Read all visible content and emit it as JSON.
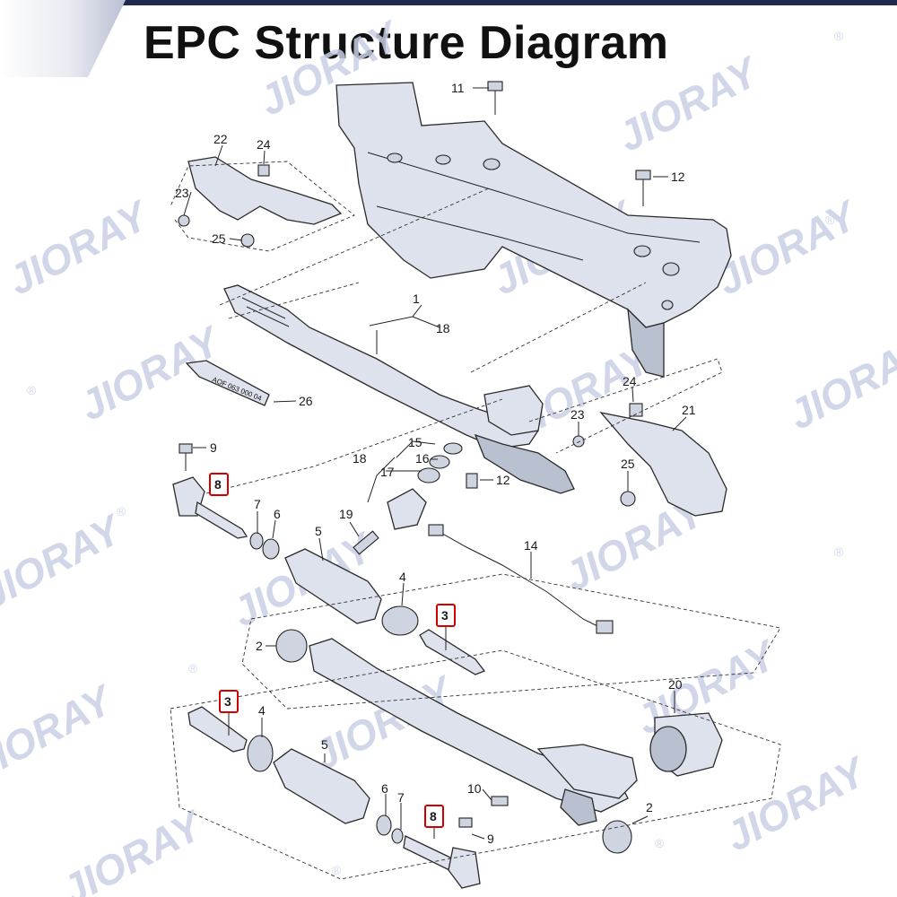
{
  "header": {
    "title": "EPC Structure Diagram"
  },
  "watermark": {
    "brand": "JIORAY",
    "mark": "®",
    "color": "#c9cfe6"
  },
  "colors": {
    "highlight": "#d00000",
    "header_bar": "#1f2a4d"
  },
  "part_callouts": [
    {
      "id": "c11",
      "label": "11"
    },
    {
      "id": "c22",
      "label": "22"
    },
    {
      "id": "c24a",
      "label": "24"
    },
    {
      "id": "c23a",
      "label": "23"
    },
    {
      "id": "c25a",
      "label": "25"
    },
    {
      "id": "c12a",
      "label": "12"
    },
    {
      "id": "c1",
      "label": "1"
    },
    {
      "id": "c18a",
      "label": "18"
    },
    {
      "id": "c26",
      "label": "26"
    },
    {
      "id": "c9a",
      "label": "9"
    },
    {
      "id": "c15",
      "label": "15"
    },
    {
      "id": "c16",
      "label": "16"
    },
    {
      "id": "c18b",
      "label": "18"
    },
    {
      "id": "c17",
      "label": "17"
    },
    {
      "id": "c12b",
      "label": "12"
    },
    {
      "id": "c24b",
      "label": "24"
    },
    {
      "id": "c23b",
      "label": "23"
    },
    {
      "id": "c21",
      "label": "21"
    },
    {
      "id": "c25b",
      "label": "25"
    },
    {
      "id": "c7a",
      "label": "7"
    },
    {
      "id": "c6a",
      "label": "6"
    },
    {
      "id": "c19",
      "label": "19"
    },
    {
      "id": "c5a",
      "label": "5"
    },
    {
      "id": "c14",
      "label": "14"
    },
    {
      "id": "c4a",
      "label": "4"
    },
    {
      "id": "c2a",
      "label": "2"
    },
    {
      "id": "c20",
      "label": "20"
    },
    {
      "id": "c4b",
      "label": "4"
    },
    {
      "id": "c5b",
      "label": "5"
    },
    {
      "id": "c10",
      "label": "10"
    },
    {
      "id": "c6b",
      "label": "6"
    },
    {
      "id": "c7b",
      "label": "7"
    },
    {
      "id": "c9b",
      "label": "9"
    },
    {
      "id": "c2b",
      "label": "2"
    }
  ],
  "highlighted_callouts": [
    {
      "id": "h8a",
      "label": "8"
    },
    {
      "id": "h3a",
      "label": "3"
    },
    {
      "id": "h3b",
      "label": "3"
    },
    {
      "id": "h8b",
      "label": "8"
    }
  ],
  "labels": {
    "part26_text": "AOF 063 000 04"
  }
}
